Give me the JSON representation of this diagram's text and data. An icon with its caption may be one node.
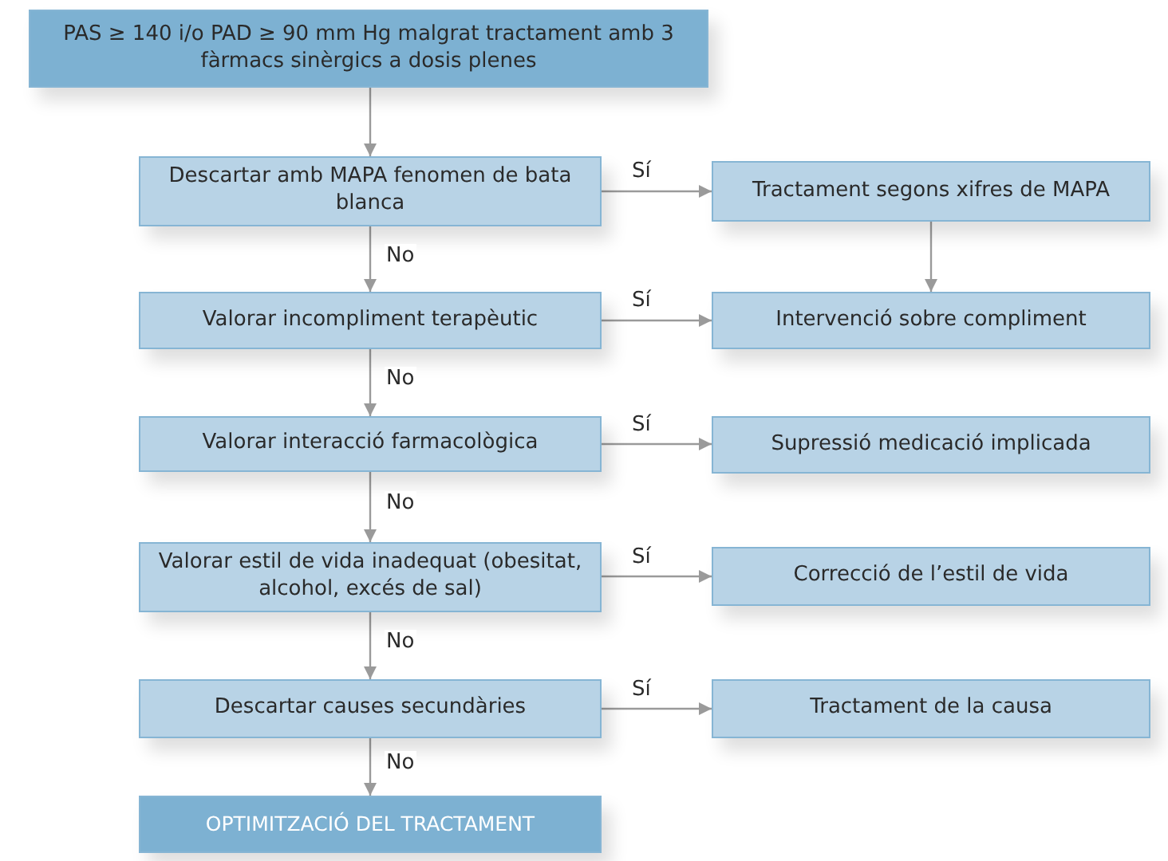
{
  "diagram": {
    "nodes": [
      {
        "text": [
          "PAS ≥ 140  i/o PAD ≥ 90 mm Hg malgrat tractament amb 3 fàrmacs sinèrgics a dosis plenes"
        ]
      },
      {
        "text": [
          "Descartar amb MAPA fenomen de bata blanca"
        ]
      },
      {
        "text": [
          "Tractament segons xifres de MAPA"
        ]
      },
      {
        "text": [
          "Valorar incompliment terapèutic"
        ]
      },
      {
        "text": [
          "Intervenció sobre compliment"
        ]
      },
      {
        "text": [
          "Valorar interacció farmacològica"
        ]
      },
      {
        "text": [
          "Supressió medicació implicada"
        ]
      },
      {
        "text": [
          "Valorar estil de vida inadequat (obesitat, alcohol, excés de sal)"
        ]
      },
      {
        "text": [
          "Correcció de l’estil de vida"
        ]
      },
      {
        "text": [
          "Descartar causes secundàries"
        ]
      },
      {
        "text": [
          "Tractament de la causa"
        ]
      },
      {
        "text": [
          "OPTIMITZACIÓ DEL TRACTAMENT"
        ]
      }
    ],
    "edges": [
      {
        "from": 0,
        "to": 1,
        "arrow": "to"
      },
      {
        "from": 1,
        "to": 2,
        "arrow": "to",
        "label": "Sí"
      },
      {
        "from": 2,
        "to": 4,
        "arrow": "to"
      },
      {
        "from": 1,
        "to": 3,
        "arrow": "to",
        "label": "No"
      },
      {
        "from": 3,
        "to": 4,
        "arrow": "to",
        "label": "Sí"
      },
      {
        "from": 3,
        "to": 5,
        "arrow": "to",
        "label": "No"
      },
      {
        "from": 5,
        "to": 6,
        "arrow": "to",
        "label": "Sí"
      },
      {
        "from": 5,
        "to": 7,
        "arrow": "to",
        "label": "No"
      },
      {
        "from": 7,
        "to": 8,
        "arrow": "to",
        "label": "Sí"
      },
      {
        "from": 7,
        "to": 9,
        "arrow": "to",
        "label": "No"
      },
      {
        "from": 9,
        "to": 10,
        "arrow": "to",
        "label": "Sí"
      },
      {
        "from": 9,
        "to": 11,
        "arrow": "to",
        "label": "No"
      }
    ]
  }
}
